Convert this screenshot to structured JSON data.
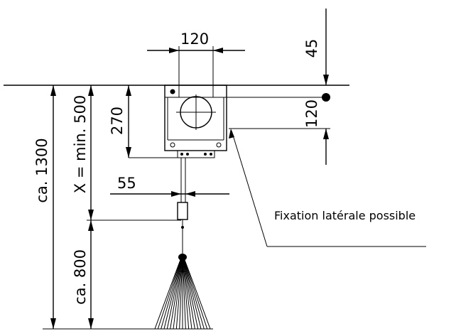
{
  "dimensions": {
    "width_top": "120",
    "offset_top": "45",
    "height_box": "120",
    "box_drop": "270",
    "side_offset": "55",
    "total_length": "ca. 1300",
    "min_length": "X = min. 500",
    "brush_length": "ca. 800"
  },
  "notes": {
    "lateral_fixing": "Fixation latérale possible"
  }
}
